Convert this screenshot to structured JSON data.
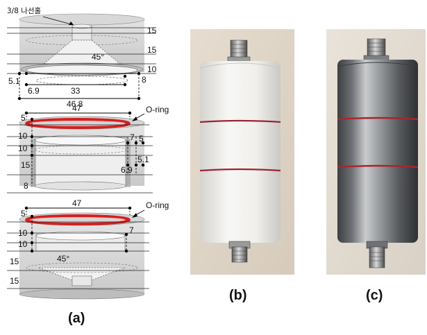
{
  "panel_a": {
    "caption": "(a)",
    "top_cap": {
      "thread_label": "3/8 나선홀",
      "dims_right": [
        "15",
        "15",
        "10"
      ],
      "angle": "45°",
      "dim_5_1": "5.1",
      "dim_8": "8",
      "dim_6_9": "6.9",
      "dim_33": "33",
      "dim_46_8": "46.8"
    },
    "middle_body": {
      "oring_label": "O-ring",
      "dim_5": "5",
      "dim_47": "47",
      "dims_left": [
        "10",
        "10",
        "15",
        "8"
      ],
      "dim_7": "7",
      "dim_5_right": "5",
      "dim_5_1": "5.1",
      "dim_6_9": "6.9"
    },
    "bottom_cap": {
      "oring_label": "O-ring",
      "dim_5": "5",
      "dim_47": "47",
      "dims_left": [
        "10",
        "10",
        "15",
        "15"
      ],
      "dim_7": "7",
      "angle": "45°"
    }
  },
  "panel_b": {
    "caption": "(b)",
    "body_color": "#ecebe6",
    "band_color": "#9a2430"
  },
  "panel_c": {
    "caption": "(c)",
    "body_color": "#8f9295",
    "band_color": "#a8262c"
  },
  "colors": {
    "oring": "#d42020",
    "cap_grey": "#cfcfcf"
  }
}
